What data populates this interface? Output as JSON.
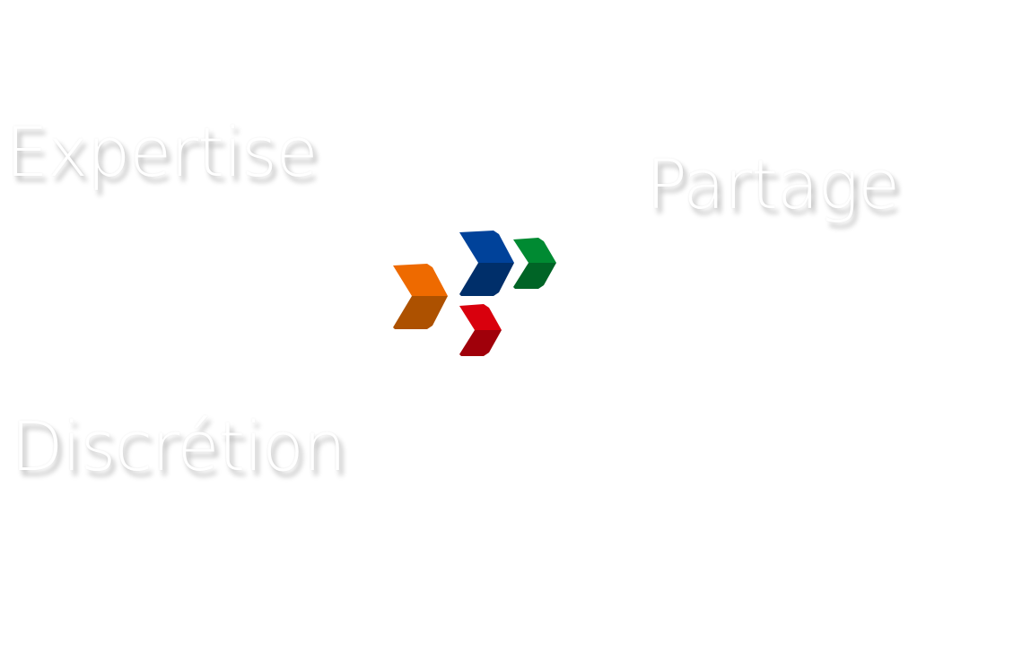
{
  "words": {
    "expertise": "Expertise",
    "partage": "Partage",
    "discretion": "Discrétion"
  },
  "logo": {
    "icon": "chevrons-logo",
    "colors": {
      "orange_top": "#ee6a00",
      "orange_bottom": "#ad5100",
      "blue_top": "#00429a",
      "blue_bottom": "#002f6a",
      "green_top": "#008a32",
      "green_bottom": "#006426",
      "red_top": "#d9000d",
      "red_bottom": "#a0000a"
    }
  }
}
